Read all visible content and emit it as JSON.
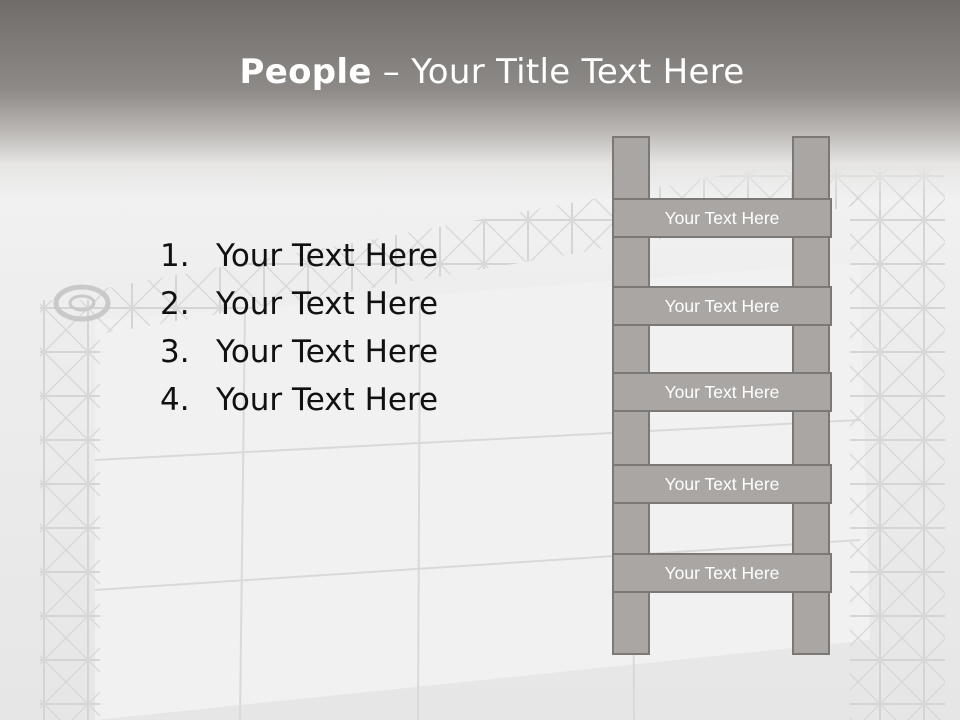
{
  "slide": {
    "title_bold": "People",
    "title_rest": " – Your Title Text Here"
  },
  "list": [
    {
      "number": "1.",
      "text": "Your Text Here"
    },
    {
      "number": "2.",
      "text": "Your Text Here"
    },
    {
      "number": "3.",
      "text": "Your Text Here"
    },
    {
      "number": "4.",
      "text": "Your Text Here"
    }
  ],
  "ladder": {
    "rungs": [
      {
        "text": "Your Text Here"
      },
      {
        "text": "Your Text Here"
      },
      {
        "text": "Your Text Here"
      },
      {
        "text": "Your Text Here"
      },
      {
        "text": "Your Text Here"
      }
    ]
  },
  "colors": {
    "header": "#7a7775",
    "ladder_fill": "#a9a6a3",
    "ladder_border": "#7b7876",
    "title_text": "#ffffff",
    "list_text": "#111111"
  }
}
